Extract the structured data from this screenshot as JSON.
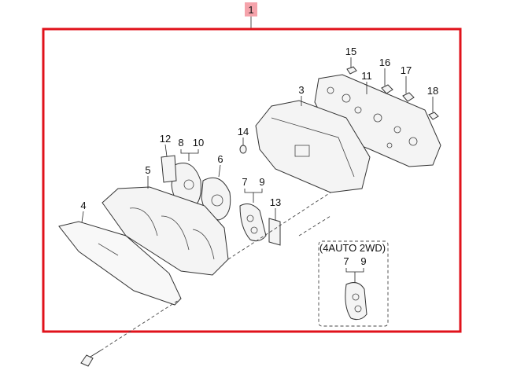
{
  "diagram": {
    "assembly_label": "1",
    "frame_color": "#e0121b",
    "assembly_label_bg": "#f5a3ab",
    "callouts": {
      "c15": "15",
      "c16": "16",
      "c11": "11",
      "c17": "17",
      "c18": "18",
      "c3": "3",
      "c14": "14",
      "c12": "12",
      "c8": "8",
      "c10": "10",
      "c6": "6",
      "c5": "5",
      "c7": "7",
      "c9": "9",
      "c13": "13",
      "c4": "4"
    },
    "variant_box": {
      "title": "(4AUTO 2WD)",
      "c7": "7",
      "c9": "9"
    }
  }
}
